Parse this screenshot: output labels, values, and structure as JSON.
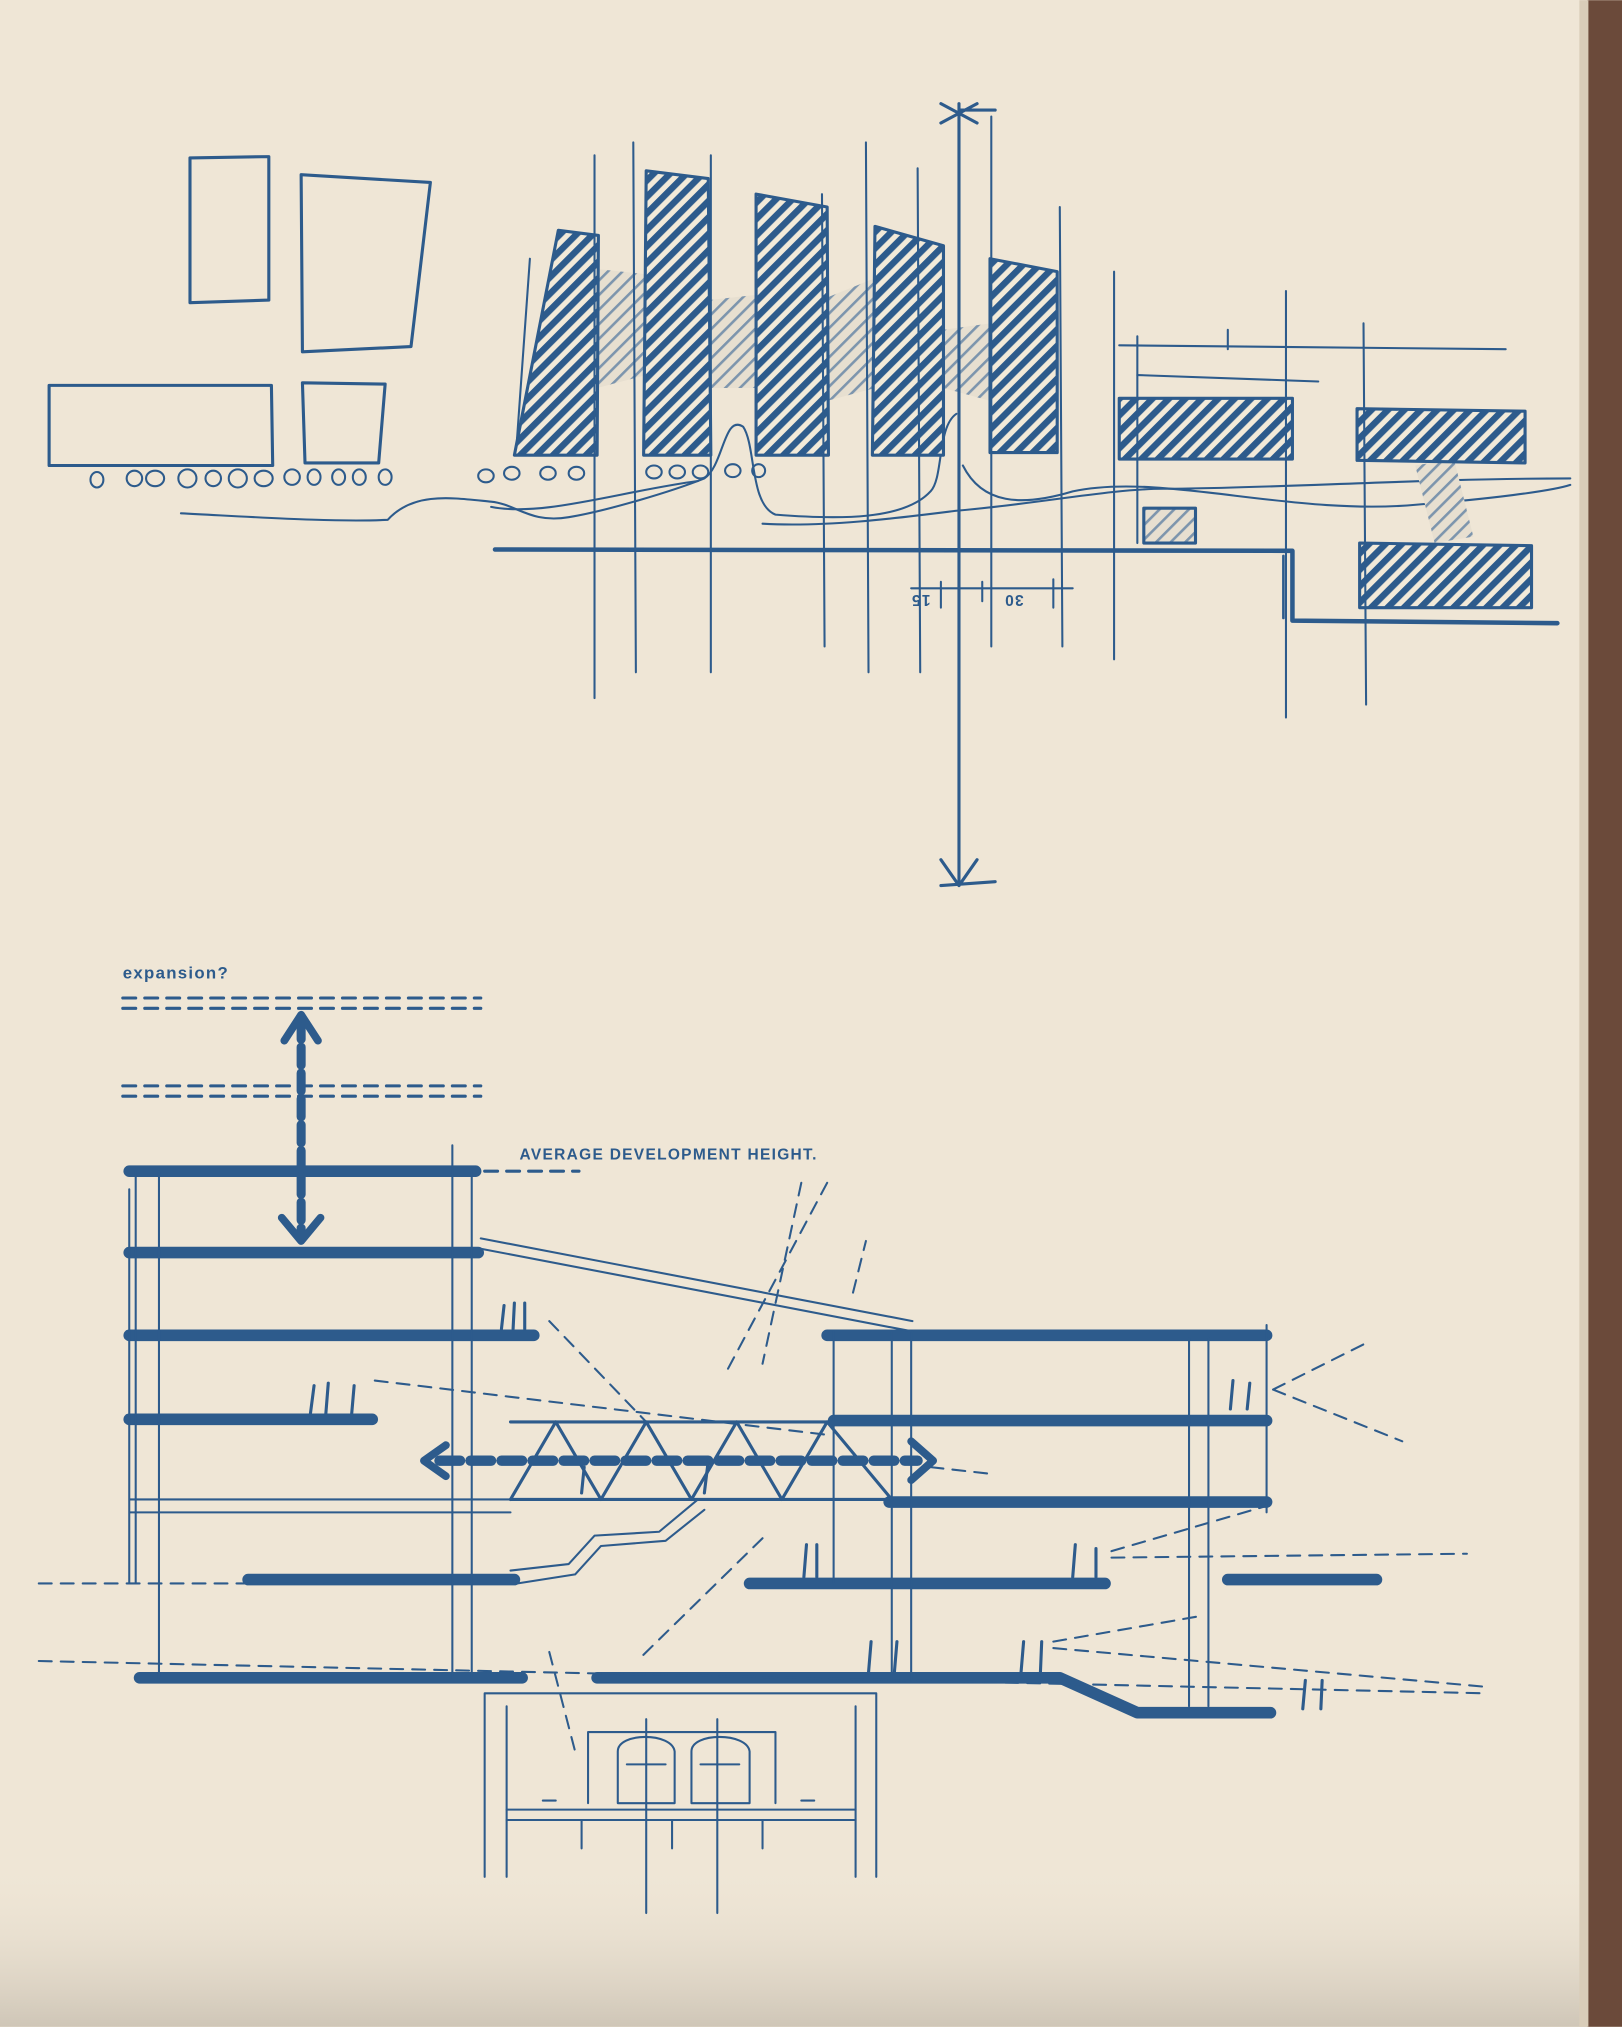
{
  "drawing": {
    "ink_color": "#2d5b8c",
    "paper_color": "#efe6d6",
    "plan": {
      "dimension_labels": [
        "15",
        "30"
      ]
    },
    "section": {
      "expansion_label": "expansion?",
      "height_label": "AVERAGE DEVELOPMENT HEIGHT."
    }
  }
}
